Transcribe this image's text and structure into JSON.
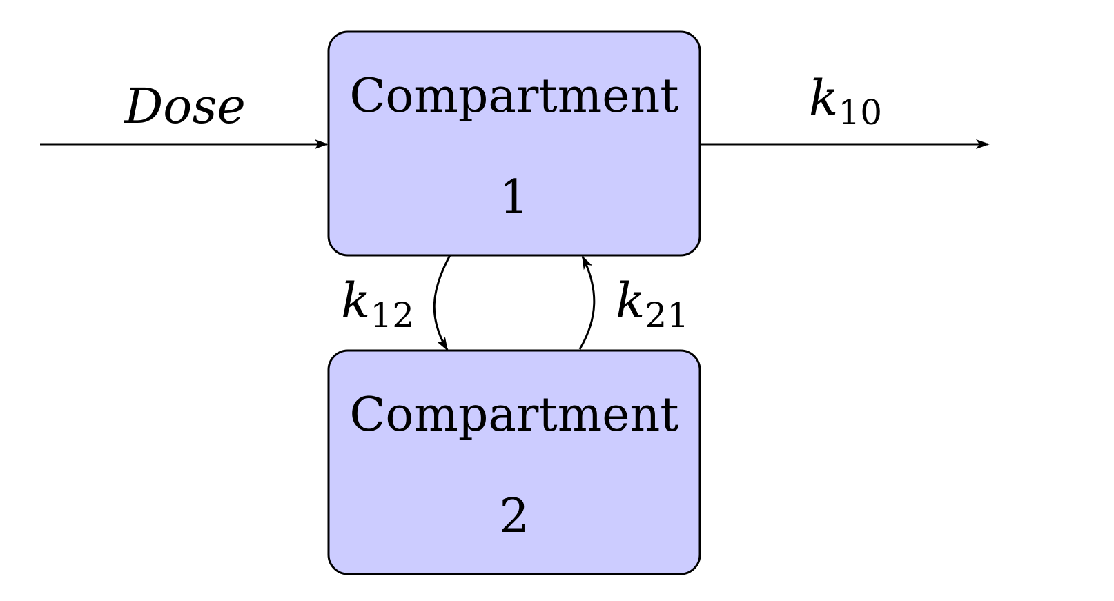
{
  "diagram": {
    "compartment_1": {
      "title": "Compartment",
      "number": "1"
    },
    "compartment_2": {
      "title": "Compartment",
      "number": "2"
    },
    "labels": {
      "dose": "Dose",
      "k10_base": "k",
      "k10_sub": "10",
      "k12_base": "k",
      "k12_sub": "12",
      "k21_base": "k",
      "k21_sub": "21"
    },
    "colors": {
      "box_fill": "#CCCCFF",
      "stroke": "#000000",
      "background": "#FFFFFF"
    }
  }
}
